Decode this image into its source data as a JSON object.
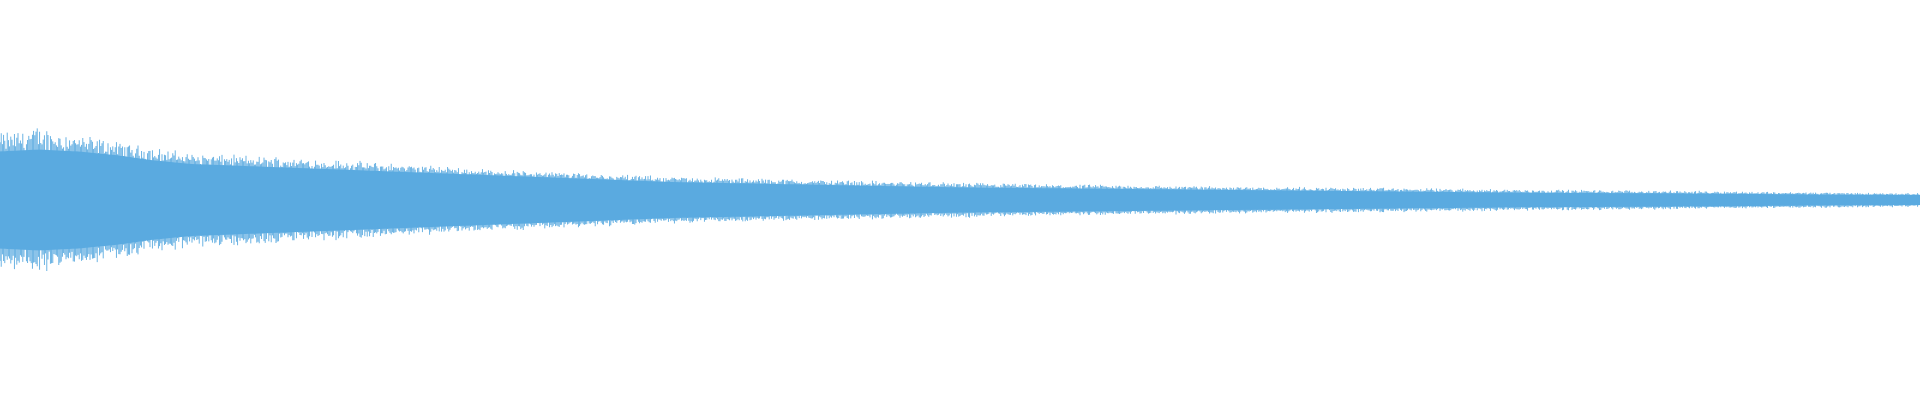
{
  "colors": {
    "background": "#ffffff",
    "waveform": "#5aaae0"
  },
  "chart_data": {
    "type": "area",
    "title": "",
    "xlabel": "",
    "ylabel": "",
    "grid": false,
    "legend": "none",
    "ylim": [
      -1,
      1
    ],
    "series": [
      {
        "x": [
          0.0,
          0.02,
          0.04,
          0.06,
          0.08,
          0.1,
          0.15,
          0.2,
          0.25,
          0.3,
          0.35,
          0.4,
          0.45,
          0.5,
          0.55,
          0.6,
          0.65,
          0.7,
          0.75,
          0.8,
          0.85,
          0.9,
          0.95,
          1.0
        ],
        "envelope": [
          0.27,
          0.28,
          0.27,
          0.25,
          0.22,
          0.2,
          0.18,
          0.16,
          0.14,
          0.12,
          0.1,
          0.09,
          0.08,
          0.07,
          0.065,
          0.06,
          0.055,
          0.05,
          0.045,
          0.04,
          0.038,
          0.035,
          0.03,
          0.028
        ],
        "peak_envelope": [
          0.35,
          0.38,
          0.34,
          0.3,
          0.27,
          0.24,
          0.22,
          0.19,
          0.16,
          0.14,
          0.12,
          0.11,
          0.1,
          0.09,
          0.08,
          0.075,
          0.07,
          0.065,
          0.06,
          0.055,
          0.05,
          0.045,
          0.04,
          0.035
        ]
      }
    ]
  }
}
